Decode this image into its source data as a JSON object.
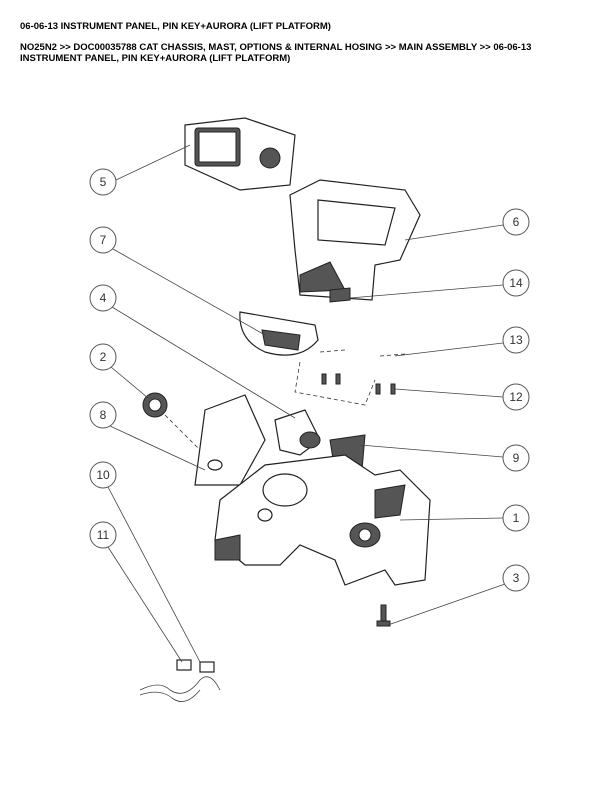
{
  "header": {
    "title": "06-06-13 INSTRUMENT PANEL, PIN KEY+AURORA (LIFT PLATFORM)",
    "breadcrumb": "NO25N2 >> DOC00035788 CAT CHASSIS, MAST, OPTIONS & INTERNAL HOSING >> MAIN ASSEMBLY >> 06-06-13 INSTRUMENT PANEL, PIN KEY+AURORA (LIFT PLATFORM)"
  },
  "callouts": {
    "c5": "5",
    "c7": "7",
    "c4": "4",
    "c2": "2",
    "c8": "8",
    "c10": "10",
    "c11": "11",
    "c6": "6",
    "c14": "14",
    "c13": "13",
    "c12": "12",
    "c9": "9",
    "c1": "1",
    "c3": "3"
  }
}
